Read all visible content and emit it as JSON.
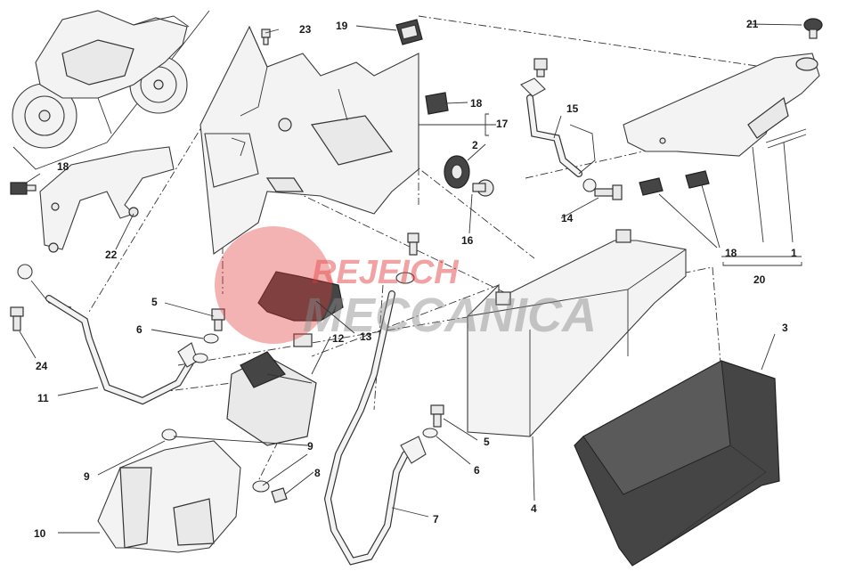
{
  "watermark": {
    "line1": "REJEICH",
    "line2": "MECCANICA",
    "red_color": "#e23a3a",
    "gray_color": "#9a9a9a"
  },
  "callouts": [
    {
      "id": "c1",
      "text": "1"
    },
    {
      "id": "c2",
      "text": "2"
    },
    {
      "id": "c3",
      "text": "3"
    },
    {
      "id": "c4",
      "text": "4"
    },
    {
      "id": "c5a",
      "text": "5"
    },
    {
      "id": "c5b",
      "text": "5"
    },
    {
      "id": "c6a",
      "text": "6"
    },
    {
      "id": "c6b",
      "text": "6"
    },
    {
      "id": "c7",
      "text": "7"
    },
    {
      "id": "c8",
      "text": "8"
    },
    {
      "id": "c9a",
      "text": "9"
    },
    {
      "id": "c9b",
      "text": "9"
    },
    {
      "id": "c10",
      "text": "10"
    },
    {
      "id": "c11",
      "text": "11"
    },
    {
      "id": "c12",
      "text": "12"
    },
    {
      "id": "c13",
      "text": "13"
    },
    {
      "id": "c14",
      "text": "14"
    },
    {
      "id": "c15",
      "text": "15"
    },
    {
      "id": "c16",
      "text": "16"
    },
    {
      "id": "c17",
      "text": "17"
    },
    {
      "id": "c18a",
      "text": "18"
    },
    {
      "id": "c18b",
      "text": "18"
    },
    {
      "id": "c18c",
      "text": "18"
    },
    {
      "id": "c19",
      "text": "19"
    },
    {
      "id": "c20",
      "text": "20"
    },
    {
      "id": "c21",
      "text": "21"
    },
    {
      "id": "c22",
      "text": "22"
    },
    {
      "id": "c23",
      "text": "23"
    },
    {
      "id": "c24",
      "text": "24"
    }
  ]
}
